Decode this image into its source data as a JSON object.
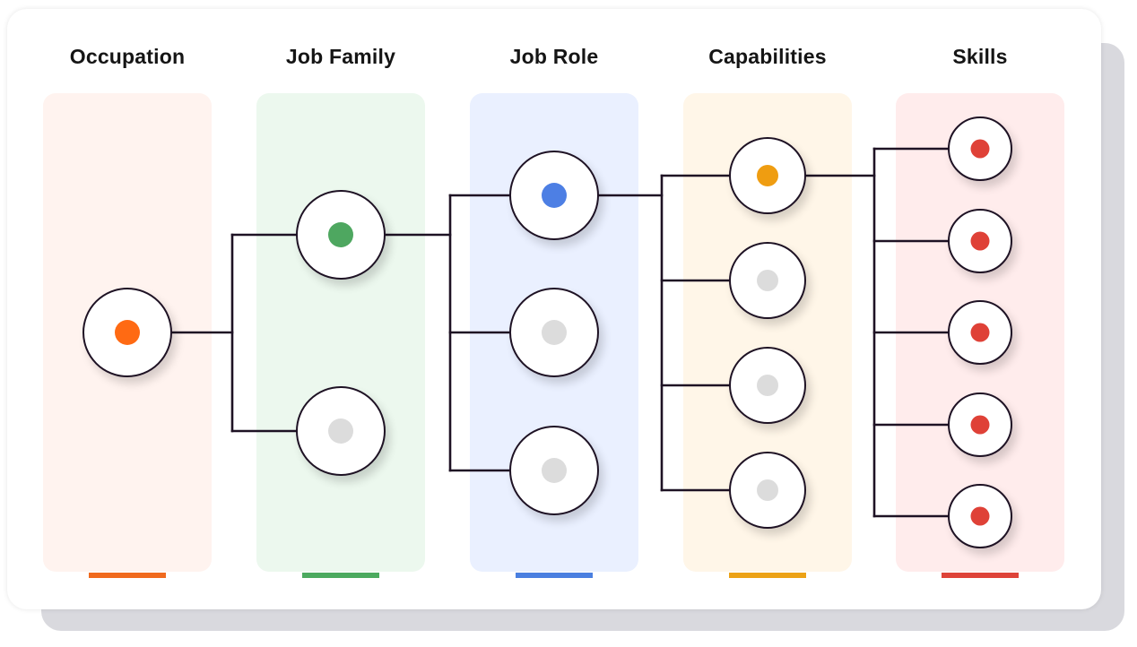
{
  "columns": [
    {
      "key": "occupation",
      "title": "Occupation",
      "panel_color": "#fff3ef",
      "bar_color": "#f06a1e",
      "active_color": "#ff6a13"
    },
    {
      "key": "job-family",
      "title": "Job Family",
      "panel_color": "#ecf8ee",
      "bar_color": "#4caa5f",
      "active_color": "#4ea760"
    },
    {
      "key": "job-role",
      "title": "Job Role",
      "panel_color": "#eaf0ff",
      "bar_color": "#4a7fe0",
      "active_color": "#4d7fe4"
    },
    {
      "key": "capabilities",
      "title": "Capabilities",
      "panel_color": "#fff6e8",
      "bar_color": "#eca216",
      "active_color": "#ef9d11"
    },
    {
      "key": "skills",
      "title": "Skills",
      "panel_color": "#ffecec",
      "bar_color": "#de4339",
      "active_color": "#df4137"
    }
  ],
  "inactive_dot_color": "#dcdcdc",
  "line_color": "#1e1224"
}
